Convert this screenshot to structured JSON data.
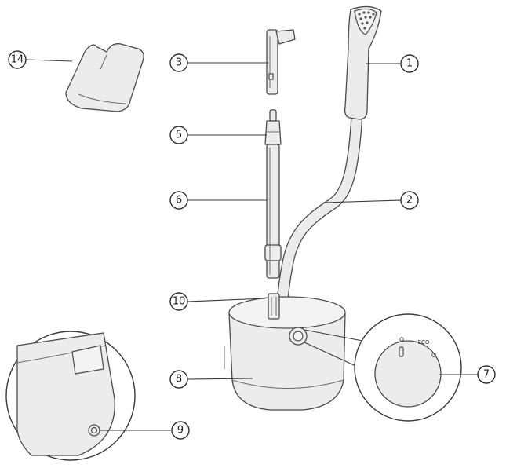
{
  "diagram": {
    "callouts": [
      {
        "id": "1",
        "label": "1"
      },
      {
        "id": "2",
        "label": "2"
      },
      {
        "id": "3",
        "label": "3"
      },
      {
        "id": "5",
        "label": "5"
      },
      {
        "id": "6",
        "label": "6"
      },
      {
        "id": "7",
        "label": "7"
      },
      {
        "id": "8",
        "label": "8"
      },
      {
        "id": "9",
        "label": "9"
      },
      {
        "id": "10",
        "label": "10"
      },
      {
        "id": "14",
        "label": "14"
      }
    ],
    "dial": {
      "eco_label": "ECO"
    }
  },
  "colors": {
    "part_fill": "#ececec",
    "outline": "#4a4a4a",
    "background": "#ffffff"
  }
}
